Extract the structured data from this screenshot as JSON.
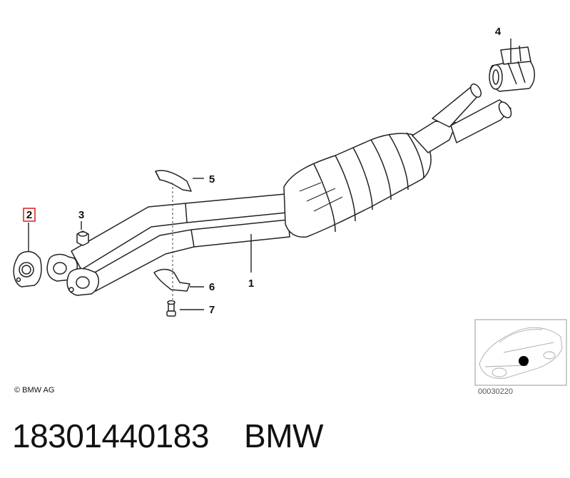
{
  "callouts": {
    "c1": "1",
    "c2": "2",
    "c3": "3",
    "c4": "4",
    "c5": "5",
    "c6": "6",
    "c7": "7"
  },
  "highlight_color": "#e0191e",
  "copyright": "© BMW AG",
  "diagram_ref": "00030220",
  "footer": {
    "part_number": "18301440183",
    "brand": "BMW"
  }
}
